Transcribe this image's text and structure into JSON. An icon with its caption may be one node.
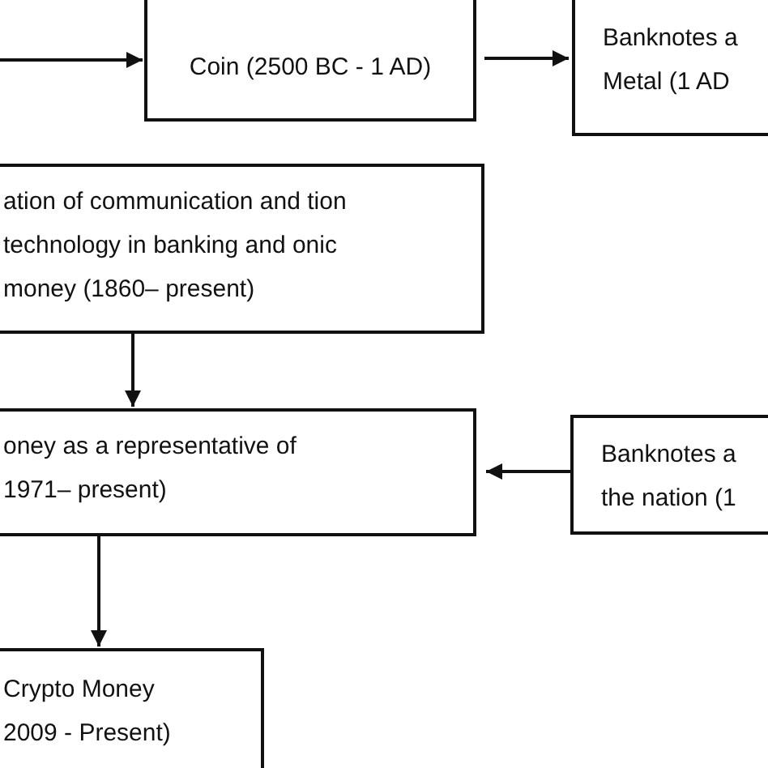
{
  "diagram": {
    "nodes": [
      {
        "text": [
          "Coin (2500 BC - 1 AD)"
        ]
      },
      {
        "text": [
          "Banknotes a Metal (1 AD"
        ]
      },
      {
        "text": [
          "ation of communication and tion technology in banking and onic money (1860– present)"
        ]
      },
      {
        "text": [
          "oney as a representative of 1971– present)"
        ]
      },
      {
        "text": [
          "Banknotes a the nation (1"
        ]
      },
      {
        "text": [
          "Crypto Money 2009 - Present)"
        ]
      }
    ],
    "edges": [
      {
        "from": null,
        "to": 0,
        "arrow": "to"
      },
      {
        "from": 0,
        "to": 1,
        "arrow": "to"
      },
      {
        "from": 2,
        "to": 3,
        "arrow": "to"
      },
      {
        "from": 4,
        "to": 3,
        "arrow": "to"
      },
      {
        "from": 3,
        "to": 5,
        "arrow": "to"
      }
    ]
  }
}
